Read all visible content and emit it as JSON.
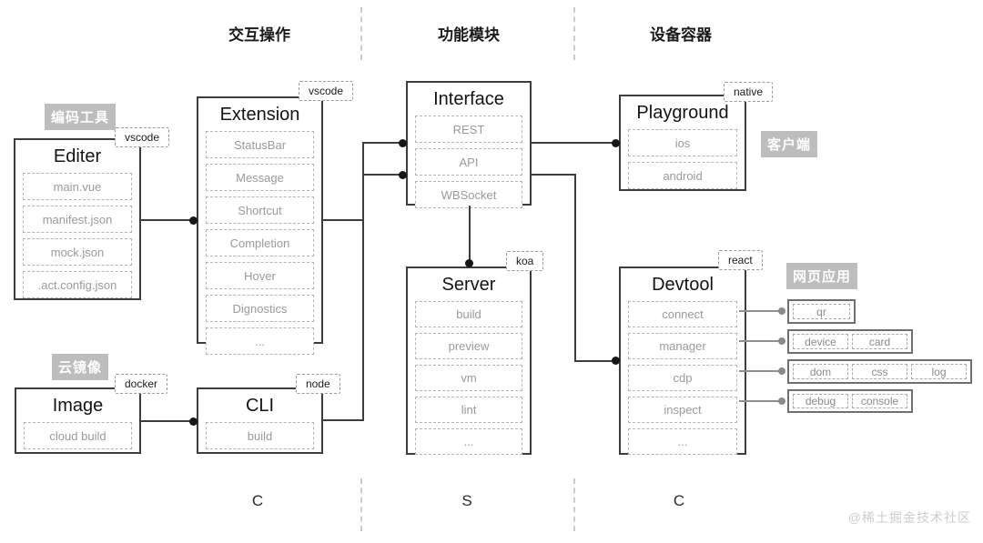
{
  "headers": [
    "交互操作",
    "功能模块",
    "设备容器"
  ],
  "footer_letters": [
    "C",
    "S",
    "C"
  ],
  "watermark": "@稀土掘金技术社区",
  "boxes": {
    "editor": {
      "title": "Editer",
      "items": [
        "main.vue",
        "manifest.json",
        "mock.json",
        ".act.config.json"
      ]
    },
    "extension": {
      "title": "Extension",
      "items": [
        "StatusBar",
        "Message",
        "Shortcut",
        "Completion",
        "Hover",
        "Dignostics",
        "..."
      ]
    },
    "interface": {
      "title": "Interface",
      "items": [
        "REST",
        "API",
        "WBSocket"
      ]
    },
    "playground": {
      "title": "Playground",
      "items": [
        "ios",
        "android"
      ]
    },
    "server": {
      "title": "Server",
      "items": [
        "build",
        "preview",
        "vm",
        "lint",
        "..."
      ]
    },
    "devtool": {
      "title": "Devtool",
      "items": [
        "connect",
        "manager",
        "cdp",
        "inspect",
        "..."
      ]
    },
    "image": {
      "title": "Image",
      "items": [
        "cloud build"
      ]
    },
    "cli": {
      "title": "CLI",
      "items": [
        "build"
      ]
    }
  },
  "tags": {
    "editor": "vscode",
    "extension": "vscode",
    "playground": "native",
    "server": "koa",
    "devtool": "react",
    "image": "docker",
    "cli": "node"
  },
  "badges": {
    "editor": "编码工具",
    "image": "云镜像",
    "playground": "客户端",
    "devtool": "网页应用"
  },
  "right_panels": [
    {
      "cells": [
        "qr"
      ]
    },
    {
      "cells": [
        "device",
        "card"
      ]
    },
    {
      "cells": [
        "dom",
        "css",
        "log"
      ]
    },
    {
      "cells": [
        "debug",
        "console"
      ]
    }
  ],
  "colors": {
    "badge_bg": "#bdbdbd",
    "line": "#3d3d3d",
    "gray_line": "#8f8f8f",
    "item_text": "#9a9a9a"
  }
}
